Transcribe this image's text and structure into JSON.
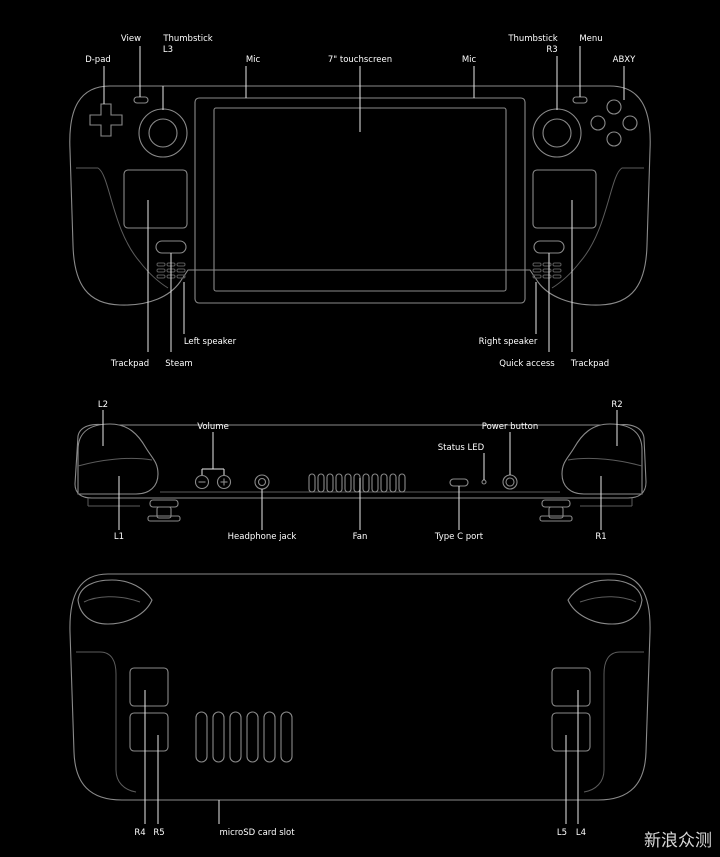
{
  "front_view": {
    "labels": {
      "dpad": "D-pad",
      "view": "View",
      "thumbstick_l": "Thumbstick",
      "l3": "L3",
      "mic_left": "Mic",
      "touchscreen": "7\" touchscreen",
      "mic_right": "Mic",
      "thumbstick_r": "Thumbstick",
      "r3": "R3",
      "menu": "Menu",
      "abxy": "ABXY",
      "left_speaker": "Left speaker",
      "trackpad_left": "Trackpad",
      "steam": "Steam",
      "right_speaker": "Right speaker",
      "quick_access": "Quick access",
      "trackpad_right": "Trackpad"
    }
  },
  "top_view": {
    "labels": {
      "l2": "L2",
      "r2": "R2",
      "volume": "Volume",
      "power_button": "Power button",
      "status_led": "Status LED",
      "l1": "L1",
      "headphone_jack": "Headphone jack",
      "fan": "Fan",
      "type_c_port": "Type C port",
      "r1": "R1"
    }
  },
  "back_view": {
    "labels": {
      "r4": "R4",
      "r5": "R5",
      "microsd": "microSD card slot",
      "l5": "L5",
      "l4": "L4"
    }
  },
  "watermark": {
    "text": "新浪众测"
  }
}
